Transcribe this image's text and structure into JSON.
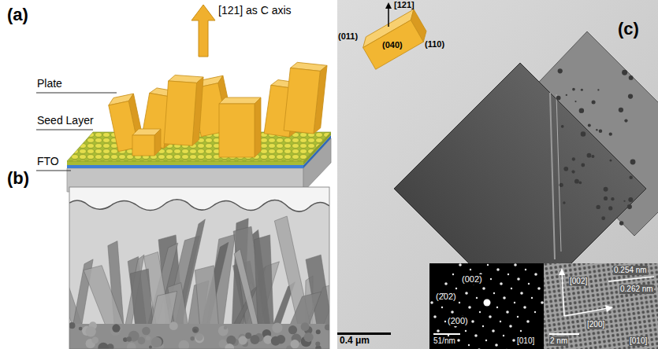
{
  "diagram": {
    "labels": [
      "(a)",
      "[121] as C axis",
      "Plate",
      "Seed Layer",
      "FTO",
      "(b)",
      "[121]",
      "(011)",
      "(040)",
      "(110)",
      "(c)",
      "(002)",
      "(2̄02)",
      "(200)",
      "0.254 nm",
      "[002]",
      "0.262 nm",
      "[200]",
      "0.4 μm",
      "51/nm",
      "[010]",
      "2 nm",
      "[010]"
    ]
  }
}
